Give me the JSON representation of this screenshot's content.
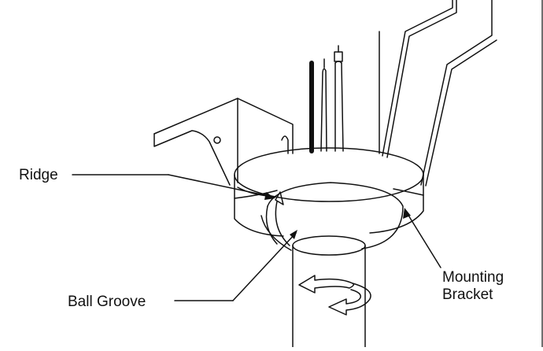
{
  "labels": {
    "ridge": "Ridge",
    "ball_groove": "Ball Groove",
    "mounting_bracket_line1": "Mounting",
    "mounting_bracket_line2": "Bracket"
  },
  "icons": {
    "rotation": "rotation-arrows-icon"
  },
  "colors": {
    "line": "#111111",
    "background": "#ffffff",
    "dark_wire": "#111111"
  }
}
